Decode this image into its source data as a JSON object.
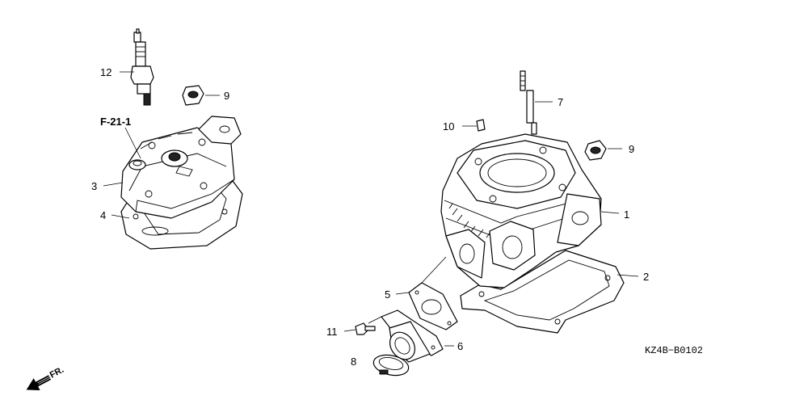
{
  "diagram": {
    "reference_label": "F-21-1",
    "fr_label": "FR.",
    "drawing_code": "KZ4B−B0102",
    "callouts": {
      "spark_plug": "12",
      "head_nut_left": "9",
      "cylinder_head": "3",
      "head_gasket": "4",
      "stud_bolt": "7",
      "dowel_pin": "10",
      "cylinder_nut_right": "9",
      "cylinder": "1",
      "cylinder_gasket": "2",
      "insulator_gasket": "5",
      "bolt": "11",
      "intake_joint": "6",
      "clamp_band": "8"
    }
  }
}
